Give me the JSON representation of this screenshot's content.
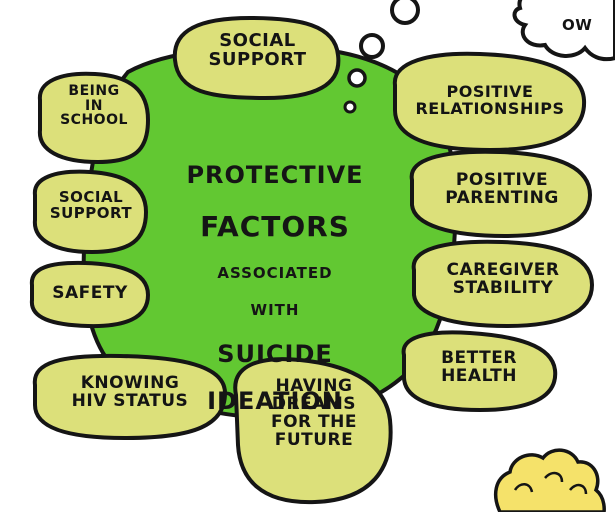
{
  "colors": {
    "blob_fill": "#62c832",
    "pill_fill": "#dce07a",
    "stroke": "#151515",
    "hair_fill": "#f5e26a"
  },
  "center": {
    "line1": "PROTECTIVE",
    "line2": "FACTORS",
    "line3": "ASSOCIATED",
    "line4": "WITH",
    "line5": "SUICIDE",
    "line6": "IDEATION"
  },
  "factors": {
    "social_support_top": "SOCIAL\nSUPPORT",
    "being_in_school": "BEING\nIN\nSCHOOL",
    "social_support_left": "SOCIAL\nSUPPORT",
    "safety": "SAFETY",
    "knowing_hiv_status": "KNOWING\nHIV STATUS",
    "having_dreams": "HAVING\nDREAMS\nFOR THE\nFUTURE",
    "positive_relationships": "POSITIVE\nRELATIONSHIPS",
    "positive_parenting": "POSITIVE\nPARENTING",
    "caregiver_stability": "CAREGIVER\nSTABILITY",
    "better_health": "BETTER\nHEALTH"
  },
  "thought_bubble": {
    "text": "OW"
  }
}
